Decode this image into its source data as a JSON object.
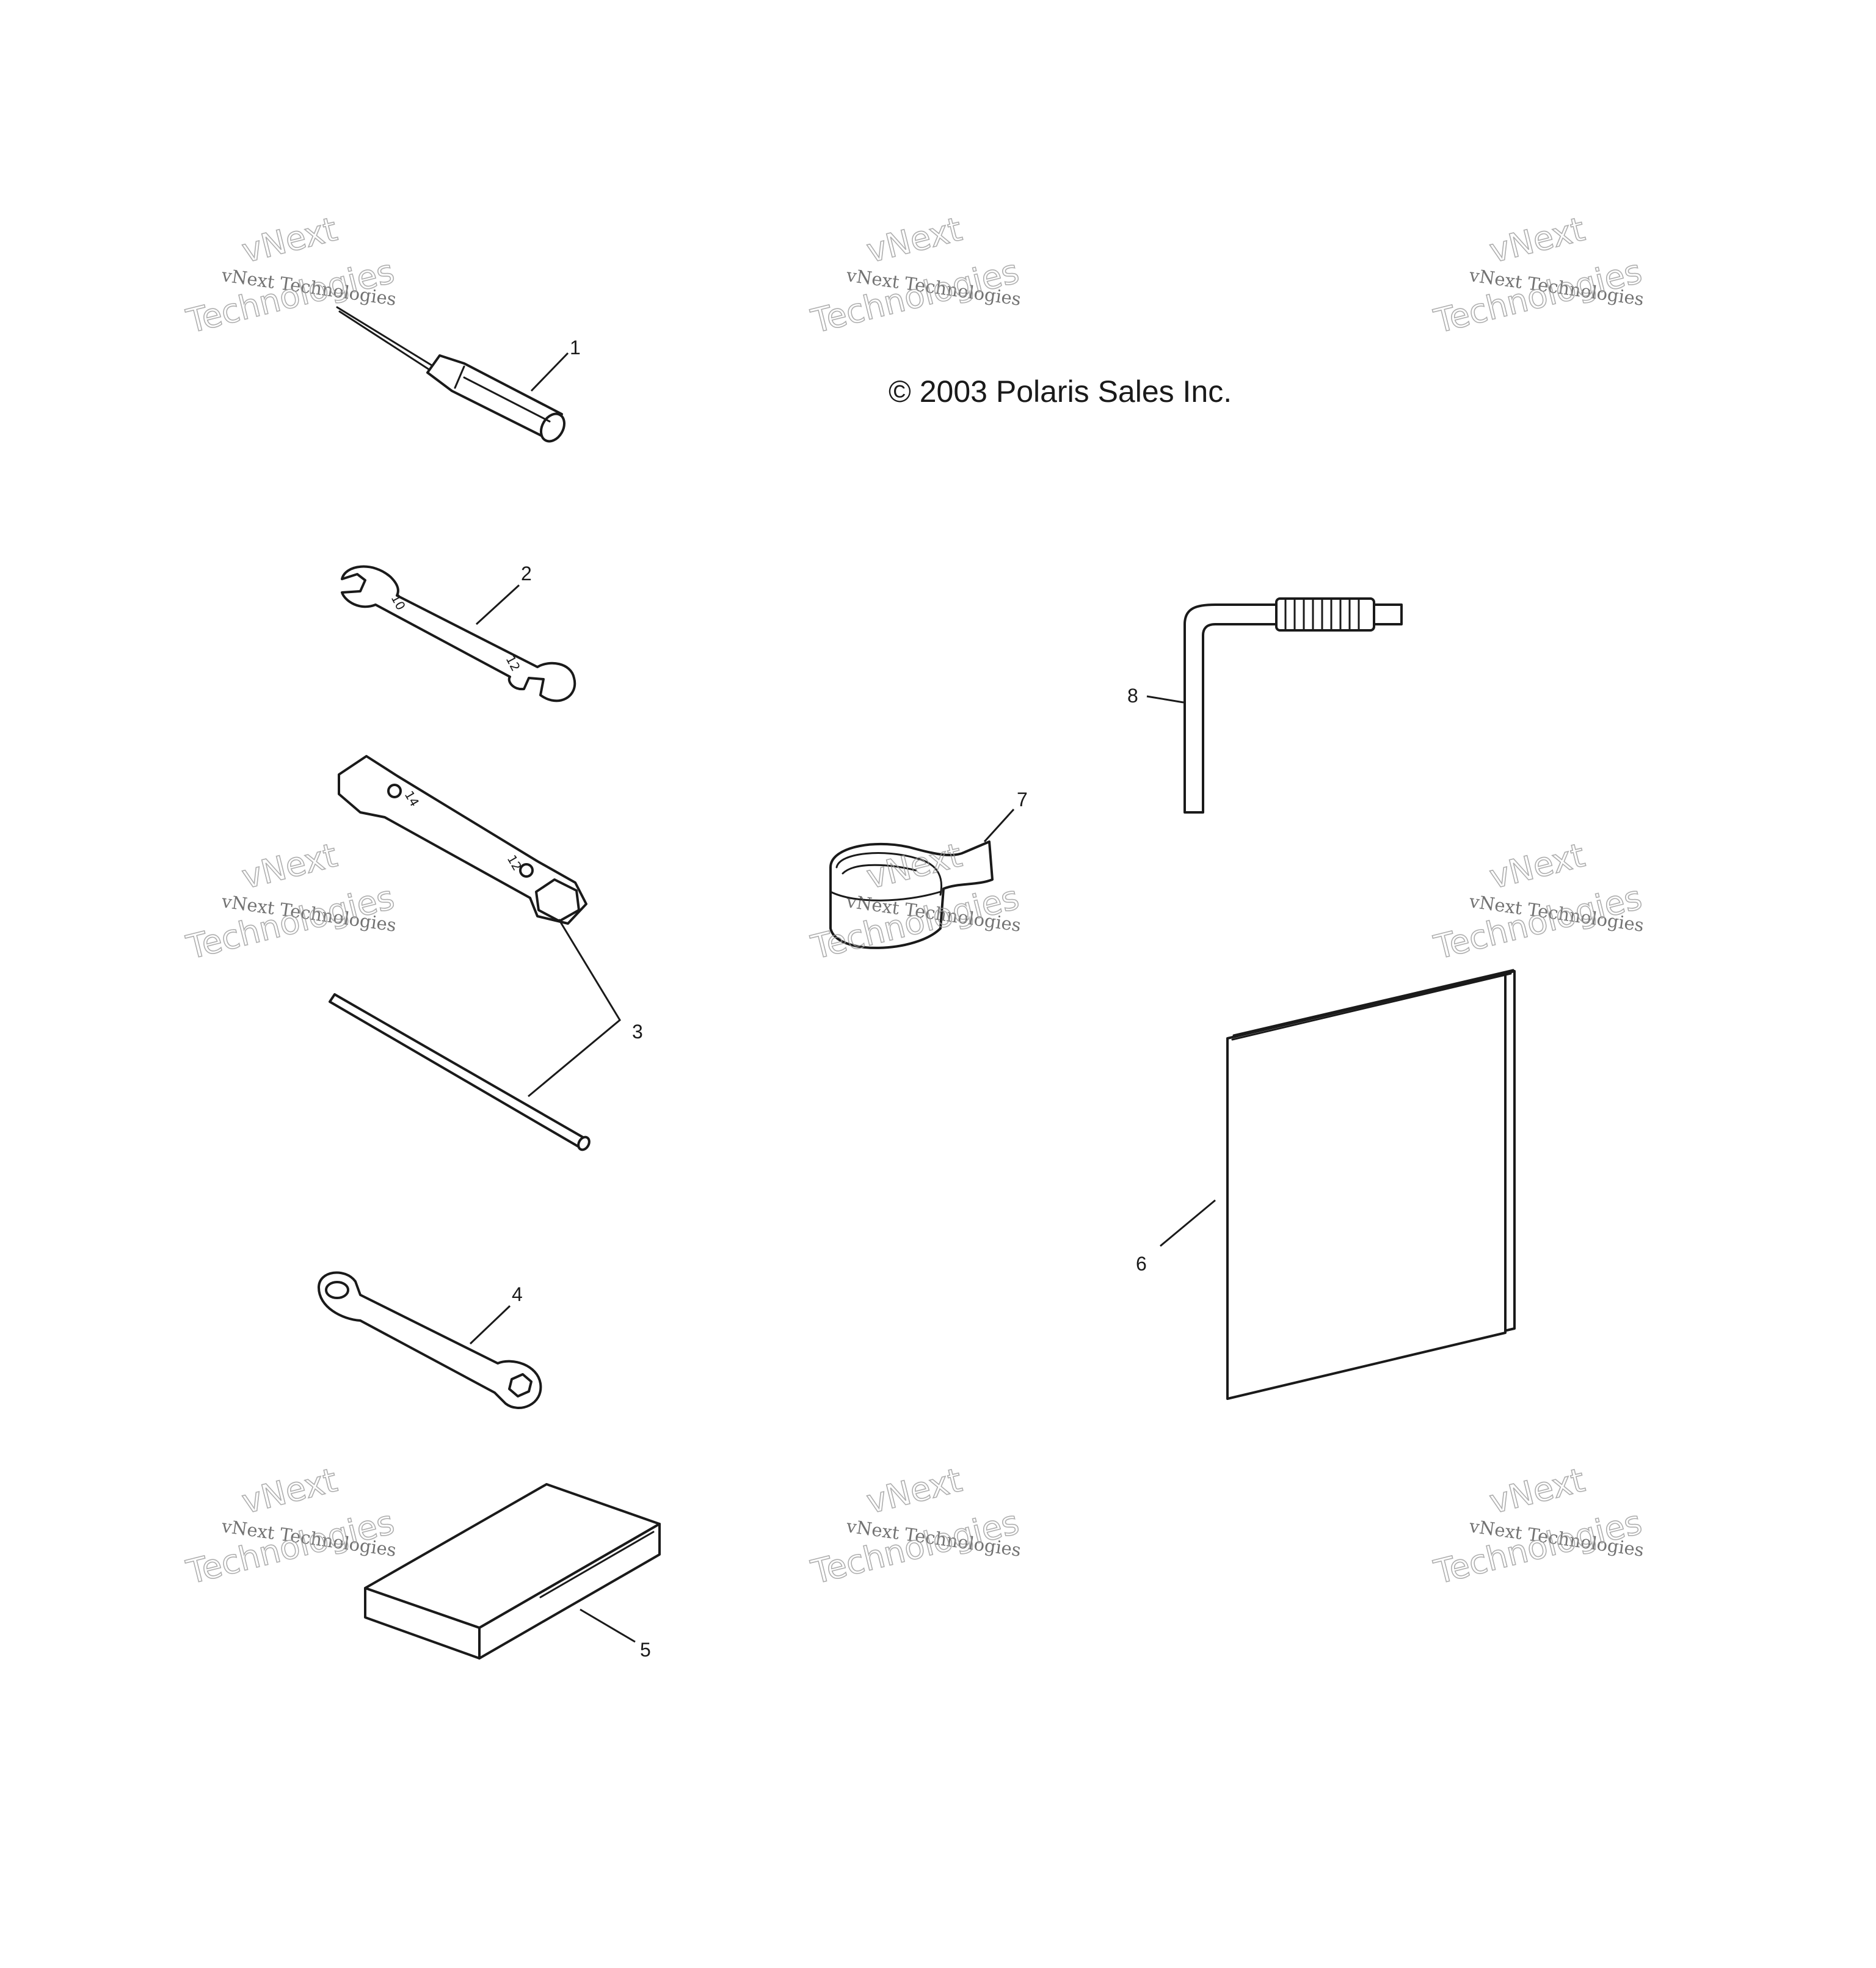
{
  "copyright": "© 2003 Polaris Sales Inc.",
  "watermark": {
    "line1": "vNext Technologies",
    "line2a": "vNext",
    "line2b": "Technologies"
  },
  "callouts": {
    "item1": "1",
    "item2": "2",
    "item3": "3",
    "item4": "4",
    "item5": "5",
    "item6": "6",
    "item7": "7",
    "item8": "8"
  },
  "wrench_marks": {
    "open_end_a": "10",
    "open_end_b": "12",
    "tube_a": "14",
    "tube_b": "12"
  },
  "colors": {
    "line": "#1a1a1a",
    "background": "#ffffff",
    "watermark": "#9a9a9a"
  }
}
